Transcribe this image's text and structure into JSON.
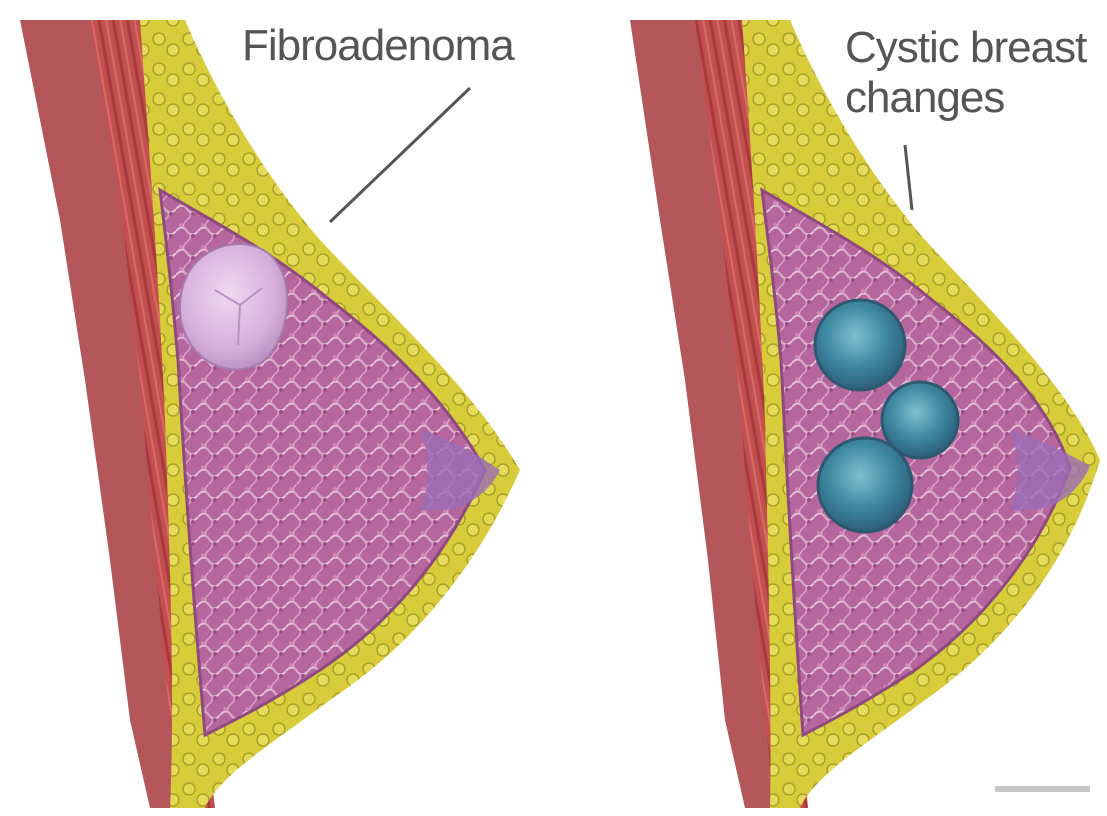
{
  "labels": {
    "left": "Fibroadenoma",
    "right_line1": "Cystic breast",
    "right_line2": "changes"
  },
  "colors": {
    "background": "#ffffff",
    "muscle": "#c84a4a",
    "chest_wall": "#b3575a",
    "fat": "#d8cc3a",
    "gland": "#b96aa0",
    "fibroadenoma": "#d9b6de",
    "cyst": "#3f7f97",
    "leader": "#555555"
  },
  "icons": {
    "left_panel": "breast-cross-section-fibroadenoma",
    "right_panel": "breast-cross-section-cysts"
  }
}
